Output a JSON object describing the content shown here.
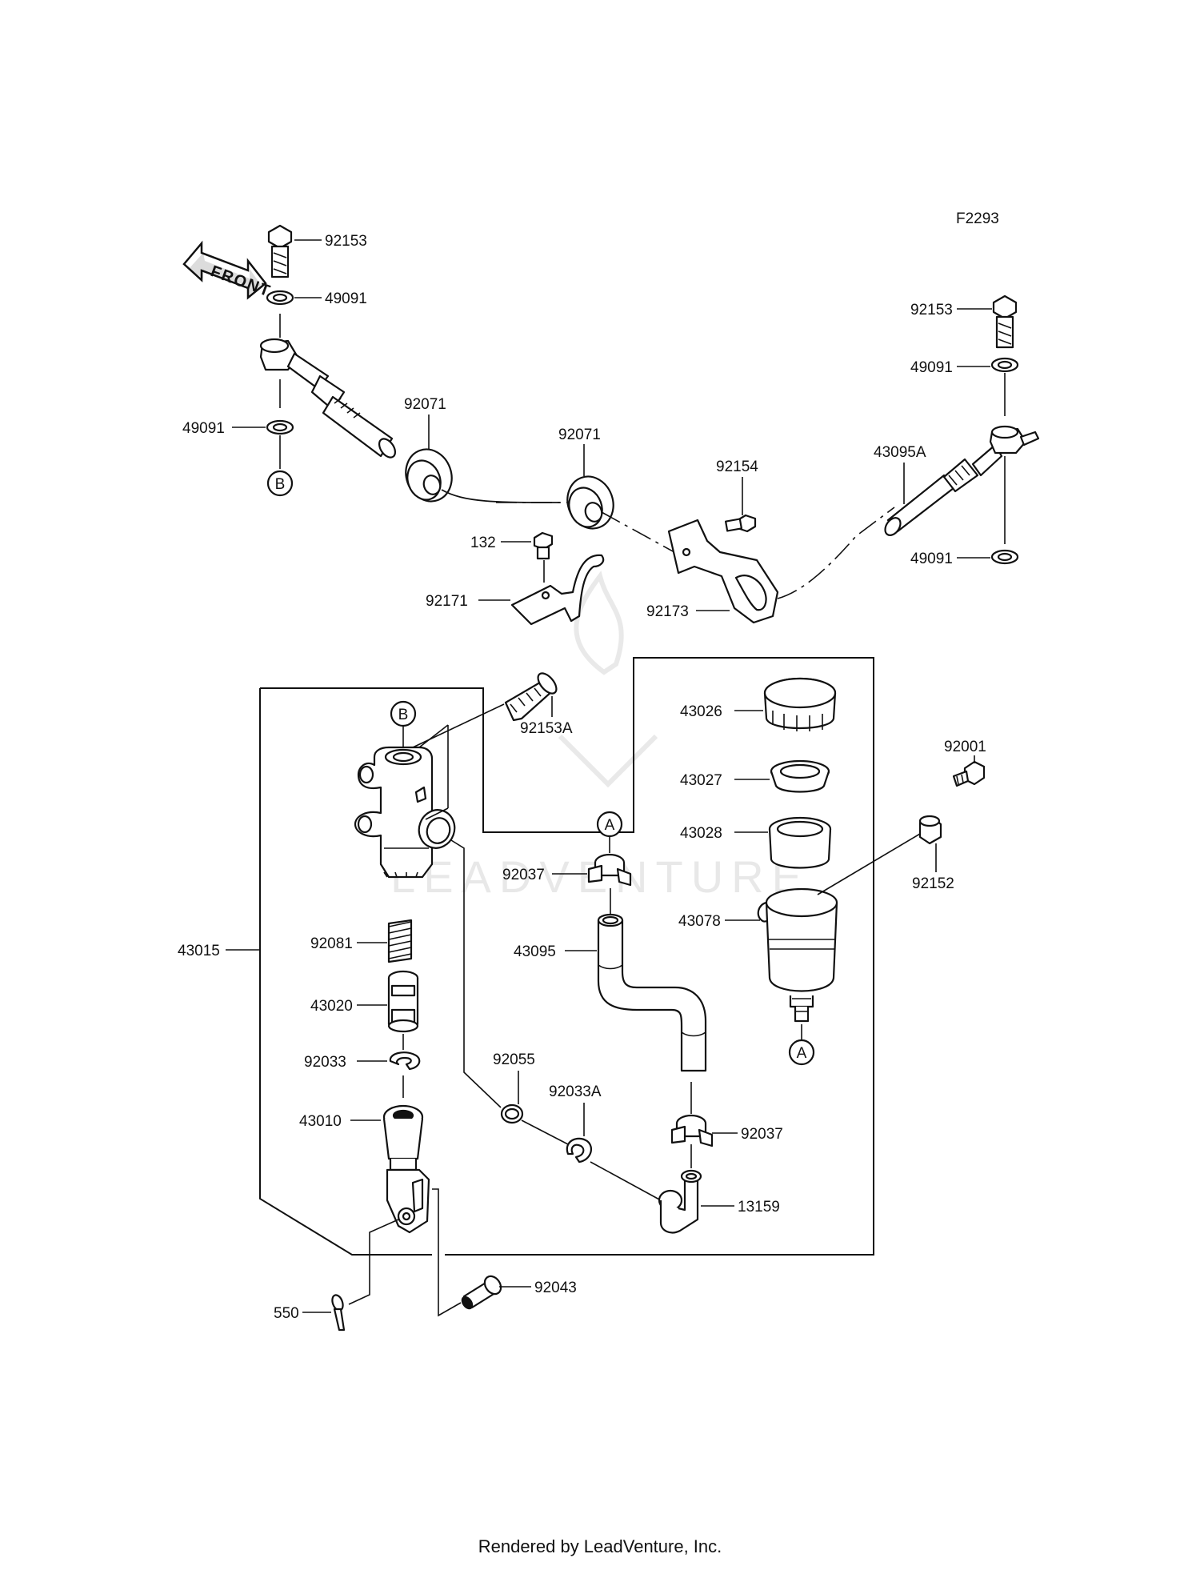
{
  "diagram": {
    "figure_code": "F2293",
    "front_badge": "FRONT",
    "watermark_text": "LEADVENTURE",
    "footer": "Rendered by LeadVenture, Inc.",
    "ref_markers": {
      "a": "A",
      "b": "B"
    },
    "callouts": {
      "p92153_top_left": "92153",
      "p49091_top_left": "49091",
      "p49091_left": "49091",
      "p92071_left": "92071",
      "p92071_mid": "92071",
      "p92154": "92154",
      "p43095a": "43095A",
      "p92153_top_right": "92153",
      "p49091_top_right": "49091",
      "p49091_bottom_right": "49091",
      "p132": "132",
      "p92171": "92171",
      "p92173": "92173",
      "p92153a": "92153A",
      "p43026": "43026",
      "p43027": "43027",
      "p43028": "43028",
      "p92001": "92001",
      "p92152": "92152",
      "p43078": "43078",
      "p92037_top": "92037",
      "p43095": "43095",
      "p43015": "43015",
      "p92081": "92081",
      "p43020": "43020",
      "p92033": "92033",
      "p92055": "92055",
      "p92033a": "92033A",
      "p43010": "43010",
      "p92037_bottom": "92037",
      "p13159": "13159",
      "p92043": "92043",
      "p550": "550"
    }
  },
  "colors": {
    "ink": "#111111",
    "paper": "#ffffff",
    "watermark": "#cfcfcf"
  }
}
